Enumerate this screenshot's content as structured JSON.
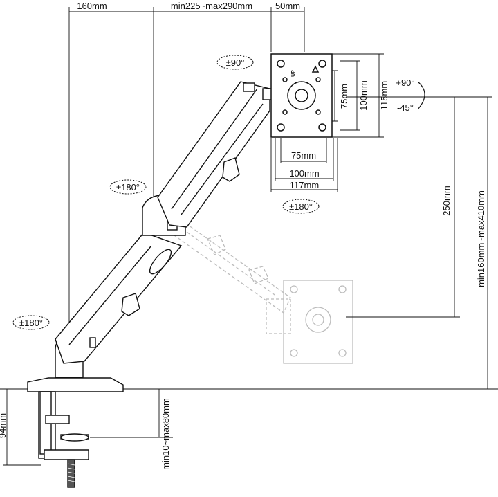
{
  "dimensions": {
    "desk_setback": "160mm",
    "arm_reach": "min225~max290mm",
    "plate_offset": "50mm",
    "vesa_inner_h": "75mm",
    "vesa_outer_h": "100mm",
    "plate_height": "115mm",
    "vesa_inner_w": "75mm",
    "vesa_outer_w": "100mm",
    "plate_width": "117mm",
    "arm_travel": "250mm",
    "height_range": "min160mm~max410mm",
    "clamp_depth": "94mm",
    "desk_thickness": "min10~max80mm"
  },
  "rotations": {
    "head_swivel": "±90°",
    "tilt_up": "+90°",
    "tilt_down": "-45°",
    "elbow_swivel": "±180°",
    "plate_rotation": "±180°",
    "base_swivel": "±180°"
  },
  "plate_label": "UP",
  "colors": {
    "line": "#111111",
    "ghost": "#bcbcbc",
    "background": "#ffffff"
  }
}
